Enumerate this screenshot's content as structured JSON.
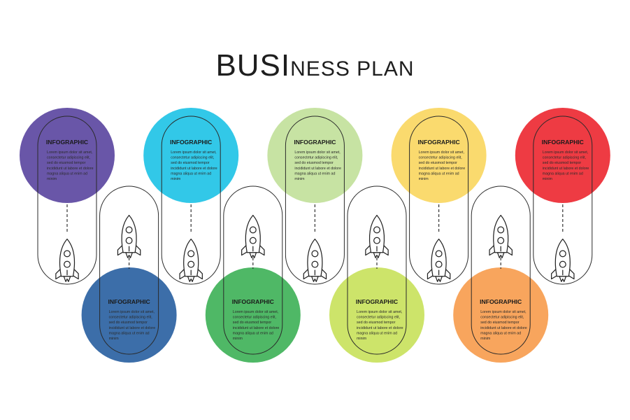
{
  "title": {
    "caps": "BUSI",
    "rest": "NESS PLAN"
  },
  "steps": [
    {
      "heading": "INFOGRAPHIC",
      "color": "#6956a8",
      "lines": [
        "Lorem ipsum dolor sit amet,",
        "consectetur adipiscing elit,",
        "sed do eiusmod tempor",
        "incididunt ut labore et dolore",
        "magna aliqua ut enim ad",
        "minim"
      ]
    },
    {
      "heading": "INFOGRAPHIC",
      "color": "#3c6ea9",
      "lines": [
        "Lorem ipsum dolor sit amet,",
        "consectetur adipiscing elit,",
        "sed do eiusmod tempor",
        "incididunt ut labore et dolore",
        "magna aliqua ut enim ad",
        "minim"
      ]
    },
    {
      "heading": "INFOGRAPHIC",
      "color": "#32c8e8",
      "lines": [
        "Lorem ipsum dolor sit amet,",
        "consectetur adipiscing elit,",
        "sed do eiusmod tempor",
        "incididunt ut labore et dolore",
        "magna aliqua ut enim ad",
        "minim"
      ]
    },
    {
      "heading": "INFOGRAPHIC",
      "color": "#4fb866",
      "lines": [
        "Lorem ipsum dolor sit amet,",
        "consectetur adipiscing elit,",
        "sed do eiusmod tempor",
        "incididunt ut labore et dolore",
        "magna aliqua ut enim ad",
        "minim"
      ]
    },
    {
      "heading": "INFOGRAPHIC",
      "color": "#c7e3a3",
      "lines": [
        "Lorem ipsum dolor sit amet,",
        "consectetur adipiscing elit,",
        "sed do eiusmod tempor",
        "incididunt ut labore et dolore",
        "magna aliqua ut enim ad",
        "minim"
      ]
    },
    {
      "heading": "INFOGRAPHIC",
      "color": "#cde46a",
      "lines": [
        "Lorem ipsum dolor sit amet,",
        "consectetur adipiscing elit,",
        "sed do eiusmod tempor",
        "incididunt ut labore et dolore",
        "magna aliqua ut enim ad",
        "minim"
      ]
    },
    {
      "heading": "INFOGRAPHIC",
      "color": "#fada6e",
      "lines": [
        "Lorem ipsum dolor sit amet,",
        "consectetur adipiscing elit,",
        "sed do eiusmod tempor",
        "incididunt ut labore et dolore",
        "magna aliqua ut enim ad",
        "minim"
      ]
    },
    {
      "heading": "INFOGRAPHIC",
      "color": "#f8a55d",
      "lines": [
        "Lorem ipsum dolor sit amet,",
        "consectetur adipiscing elit,",
        "sed do eiusmod tempor",
        "incididunt ut labore et dolore",
        "magna aliqua ut enim ad",
        "minim"
      ]
    },
    {
      "heading": "INFOGRAPHIC",
      "color": "#ee3b43",
      "lines": [
        "Lorem ipsum dolor sit amet,",
        "consectetur adipiscing elit,",
        "sed do eiusmod tempor",
        "incididunt ut labore et dolore",
        "magna aliqua ut enim ad",
        "minim"
      ]
    }
  ],
  "icons": {
    "step_icon": "rocket-icon",
    "connector": "dashed-line"
  }
}
